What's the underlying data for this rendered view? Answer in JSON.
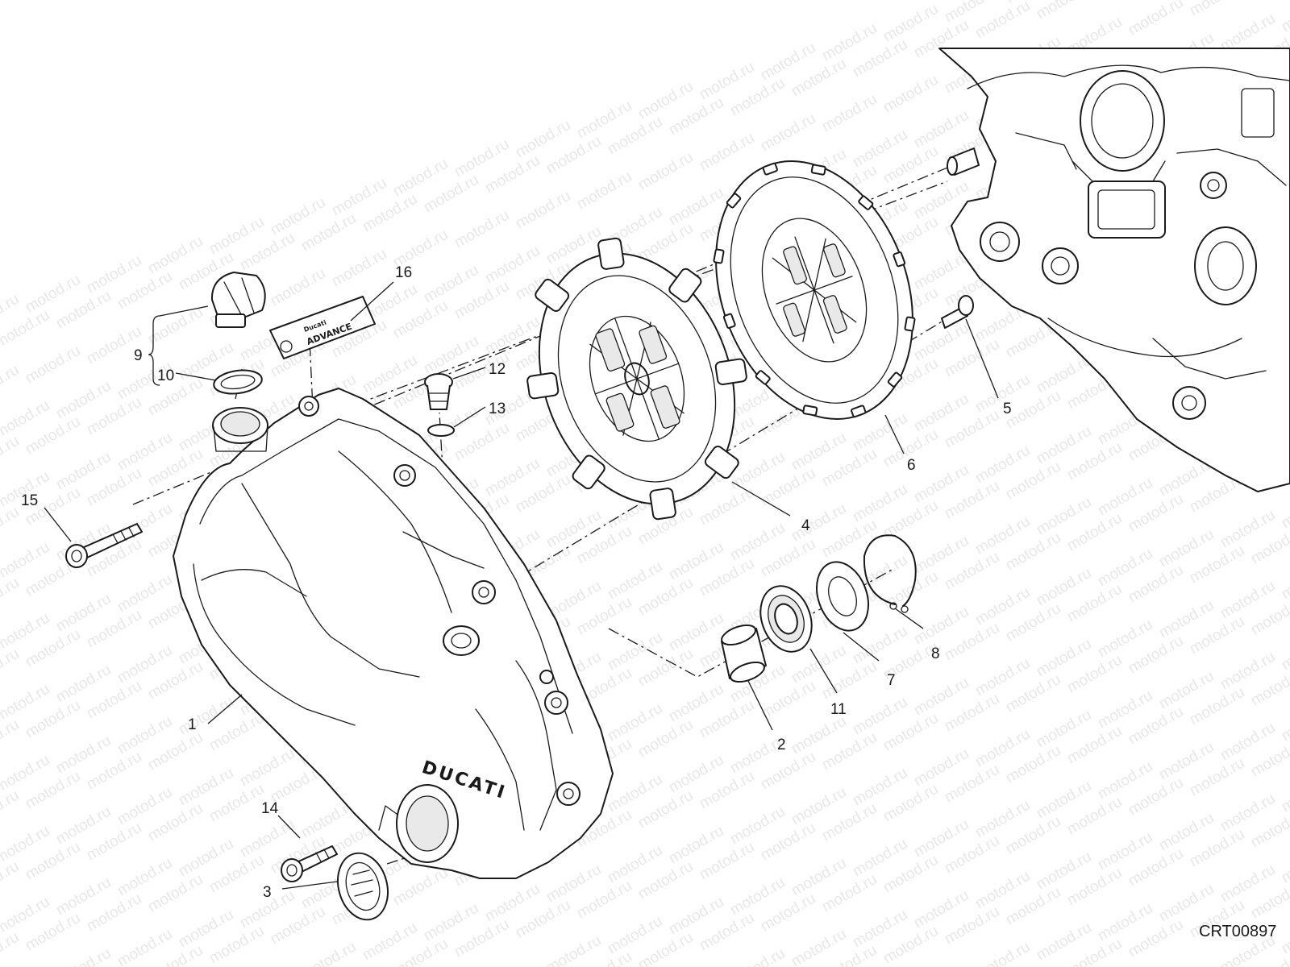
{
  "watermark": {
    "text": "motod.ru"
  },
  "drawing_code": "CRT00897",
  "callouts": {
    "c1": "1",
    "c2": "2",
    "c3": "3",
    "c4": "4",
    "c5": "5",
    "c6": "6",
    "c7": "7",
    "c8": "8",
    "c9": "9",
    "c10": "10",
    "c11": "11",
    "c12": "12",
    "c13": "13",
    "c14": "14",
    "c15": "15",
    "c16": "16"
  },
  "cover_logo": "DUCATI",
  "label_sticker": {
    "brand": "Ducati",
    "line": "ADVANCE"
  }
}
